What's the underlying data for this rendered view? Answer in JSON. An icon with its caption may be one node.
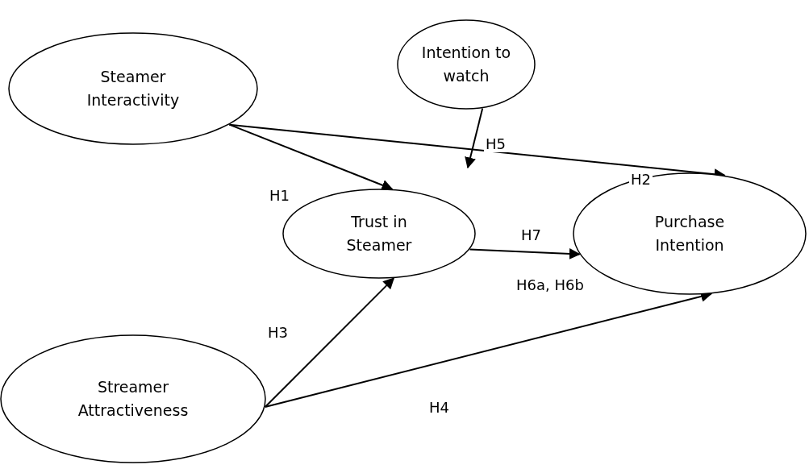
{
  "diagram": {
    "nodes": [
      {
        "text": [
          "Intention to watch"
        ]
      },
      {
        "text": [
          "Steamer Interactivity"
        ]
      },
      {
        "text": [
          "Trust in Steamer"
        ]
      },
      {
        "text": [
          "Purchase Intention"
        ]
      },
      {
        "text": [
          "Streamer Attractiveness"
        ]
      }
    ],
    "edges": [
      {
        "from": 1,
        "to": 3,
        "arrow": "to",
        "label": "H2"
      },
      {
        "from": 0,
        "to": null,
        "arrow": "to",
        "label": "H5"
      },
      {
        "from": 1,
        "to": 2,
        "arrow": "to",
        "label": "H1"
      },
      {
        "from": 2,
        "to": 3,
        "arrow": "to",
        "label": "H7"
      },
      {
        "from": 4,
        "to": 2,
        "arrow": "to",
        "label": "H3"
      },
      {
        "from": 4,
        "to": 3,
        "arrow": "to",
        "label": "H4"
      }
    ],
    "labels": [
      "H6a, H6b"
    ]
  }
}
